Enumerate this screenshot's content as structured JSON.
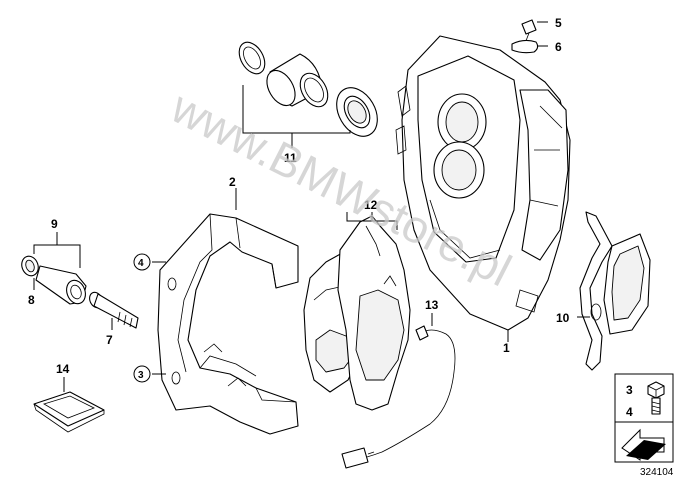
{
  "callouts": {
    "c1": "1",
    "c2": "2",
    "c3": "3",
    "c4": "4",
    "c5": "5",
    "c6": "6",
    "c7": "7",
    "c8": "8",
    "c9": "9",
    "c10": "10",
    "c11": "11",
    "c12": "12",
    "c13": "13",
    "c14": "14"
  },
  "legend_box": {
    "top": "3",
    "bottom": "4"
  },
  "watermark": "www.BMWstore.pl",
  "reference_number": "324104"
}
